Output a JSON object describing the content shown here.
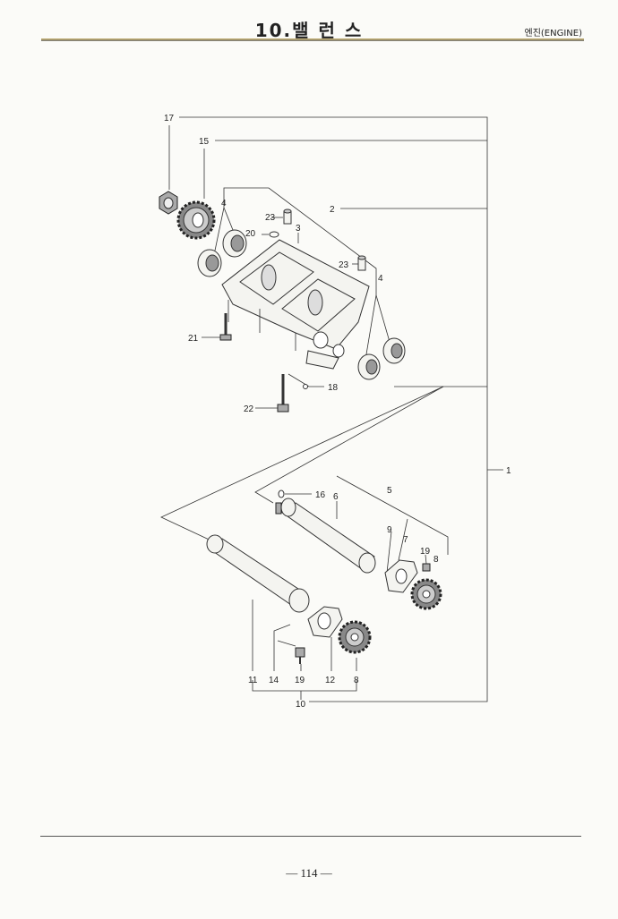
{
  "header": {
    "title": "10.밸 런 스",
    "section": "엔진(ENGINE)"
  },
  "footer": {
    "page_number": "— 114 —"
  },
  "diagram": {
    "callouts": {
      "c17": "17",
      "c15": "15",
      "c2": "2",
      "c4a": "4",
      "c23a": "23",
      "c3": "3",
      "c20": "20",
      "c23b": "23",
      "c4b": "4",
      "c21": "21",
      "c18": "18",
      "c22": "22",
      "c1": "1",
      "c16": "16",
      "c6": "6",
      "c5": "5",
      "c9": "9",
      "c7": "7",
      "c19a": "19",
      "c8a": "8",
      "c11": "11",
      "c14": "14",
      "c19b": "19",
      "c12": "12",
      "c8b": "8",
      "c10": "10"
    }
  }
}
